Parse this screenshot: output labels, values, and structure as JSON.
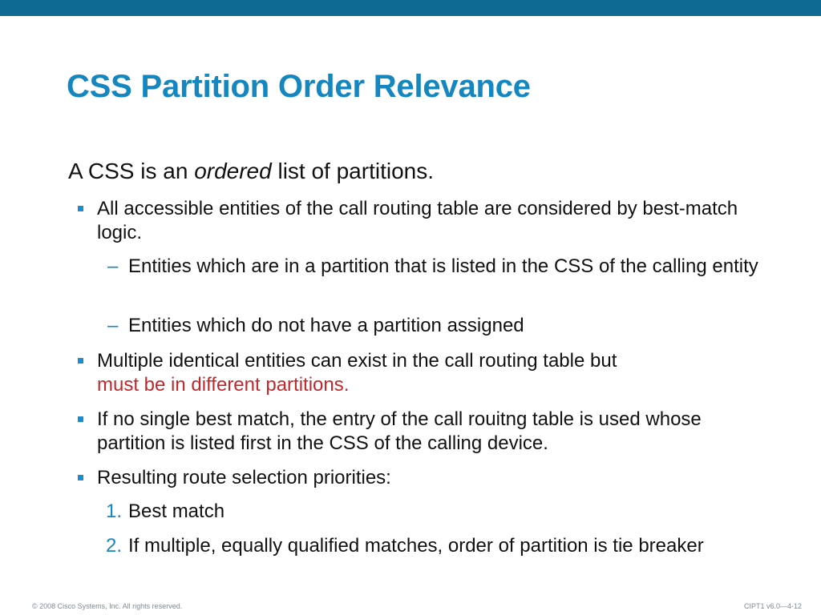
{
  "slide": {
    "title": "CSS Partition Order Relevance",
    "lead": {
      "before": "A CSS is an ",
      "emphasis": "ordered",
      "after": " list of partitions."
    },
    "bullets": [
      {
        "text": "All accessible entities of the call routing table are considered by best-match logic.",
        "subitems": [
          "Entities which are in a partition that is listed in the CSS of the calling entity",
          "Entities which do not have a partition assigned"
        ]
      },
      {
        "text": "Multiple identical entities can exist in the call routing table but ",
        "highlight": "must be in different partitions."
      },
      {
        "text": "If no single best match, the entry of the call rouitng table is used whose partition is listed first in the CSS of the calling device."
      },
      {
        "text": "Resulting route selection priorities:",
        "numbered": [
          {
            "num": "1.",
            "text": "Best match"
          },
          {
            "num": "2.",
            "text": "If multiple, equally qualified matches, order of partition is tie breaker"
          }
        ]
      }
    ]
  },
  "footer": {
    "copyright": "© 2008 Cisco Systems, Inc. All rights reserved.",
    "course_code": "CIPT1 v6.0—4-12"
  },
  "colors": {
    "top_bar": "#0e6a92",
    "title": "#1486c0",
    "bullet_marker": "#1a8cd0",
    "highlight_red": "#c0282d"
  }
}
